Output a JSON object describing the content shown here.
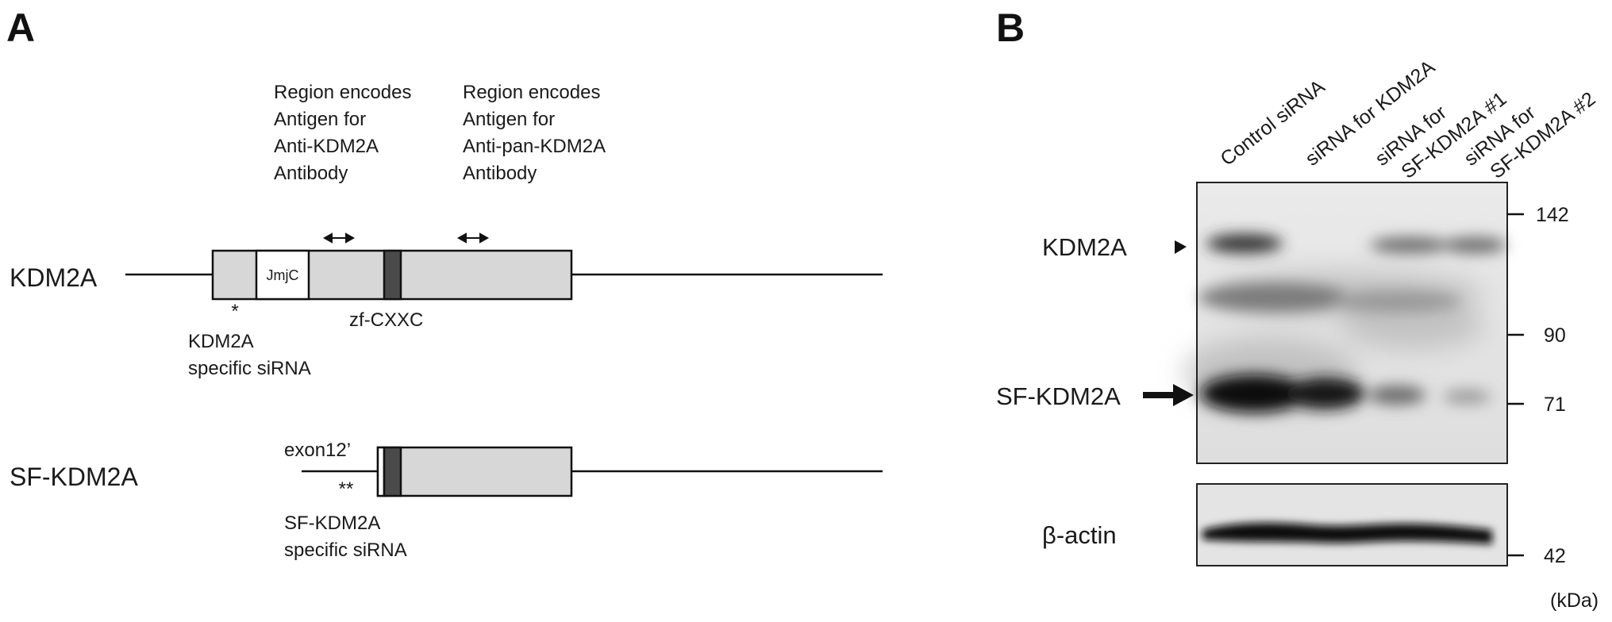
{
  "panel_a": {
    "label": "A",
    "antigen_1": [
      "Region encodes",
      "Antigen for",
      "Anti-KDM2A",
      "Antibody"
    ],
    "antigen_2": [
      "Region encodes",
      "Antigen for",
      "Anti-pan-KDM2A",
      "Antibody"
    ],
    "kdm2a": {
      "name": "KDM2A",
      "domain_jmjc": "JmjC",
      "domain_zf": "zf-CXXC",
      "sirna_marker": "*",
      "sirna_label": [
        "KDM2A",
        "specific siRNA"
      ]
    },
    "sf_kdm2a": {
      "name": "SF-KDM2A",
      "exon_label": "exon12’",
      "sirna_marker": "**",
      "sirna_label": [
        "SF-KDM2A",
        "specific siRNA"
      ]
    }
  },
  "panel_b": {
    "label": "B",
    "lanes": [
      [
        "Control siRNA"
      ],
      [
        "siRNA for KDM2A"
      ],
      [
        "siRNA for",
        "SF-KDM2A #1"
      ],
      [
        "siRNA for",
        "SF-KDM2A #2"
      ]
    ],
    "bands": {
      "kdm2a": "KDM2A",
      "sf_kdm2a": "SF-KDM2A",
      "actin": "β-actin"
    },
    "markers": [
      "142",
      "90",
      "71",
      "42"
    ],
    "unit": "(kDa)"
  },
  "colors": {
    "domain_fill": "#d7d7d7",
    "zf_fill": "#4a4a4a",
    "outline": "#111111"
  }
}
